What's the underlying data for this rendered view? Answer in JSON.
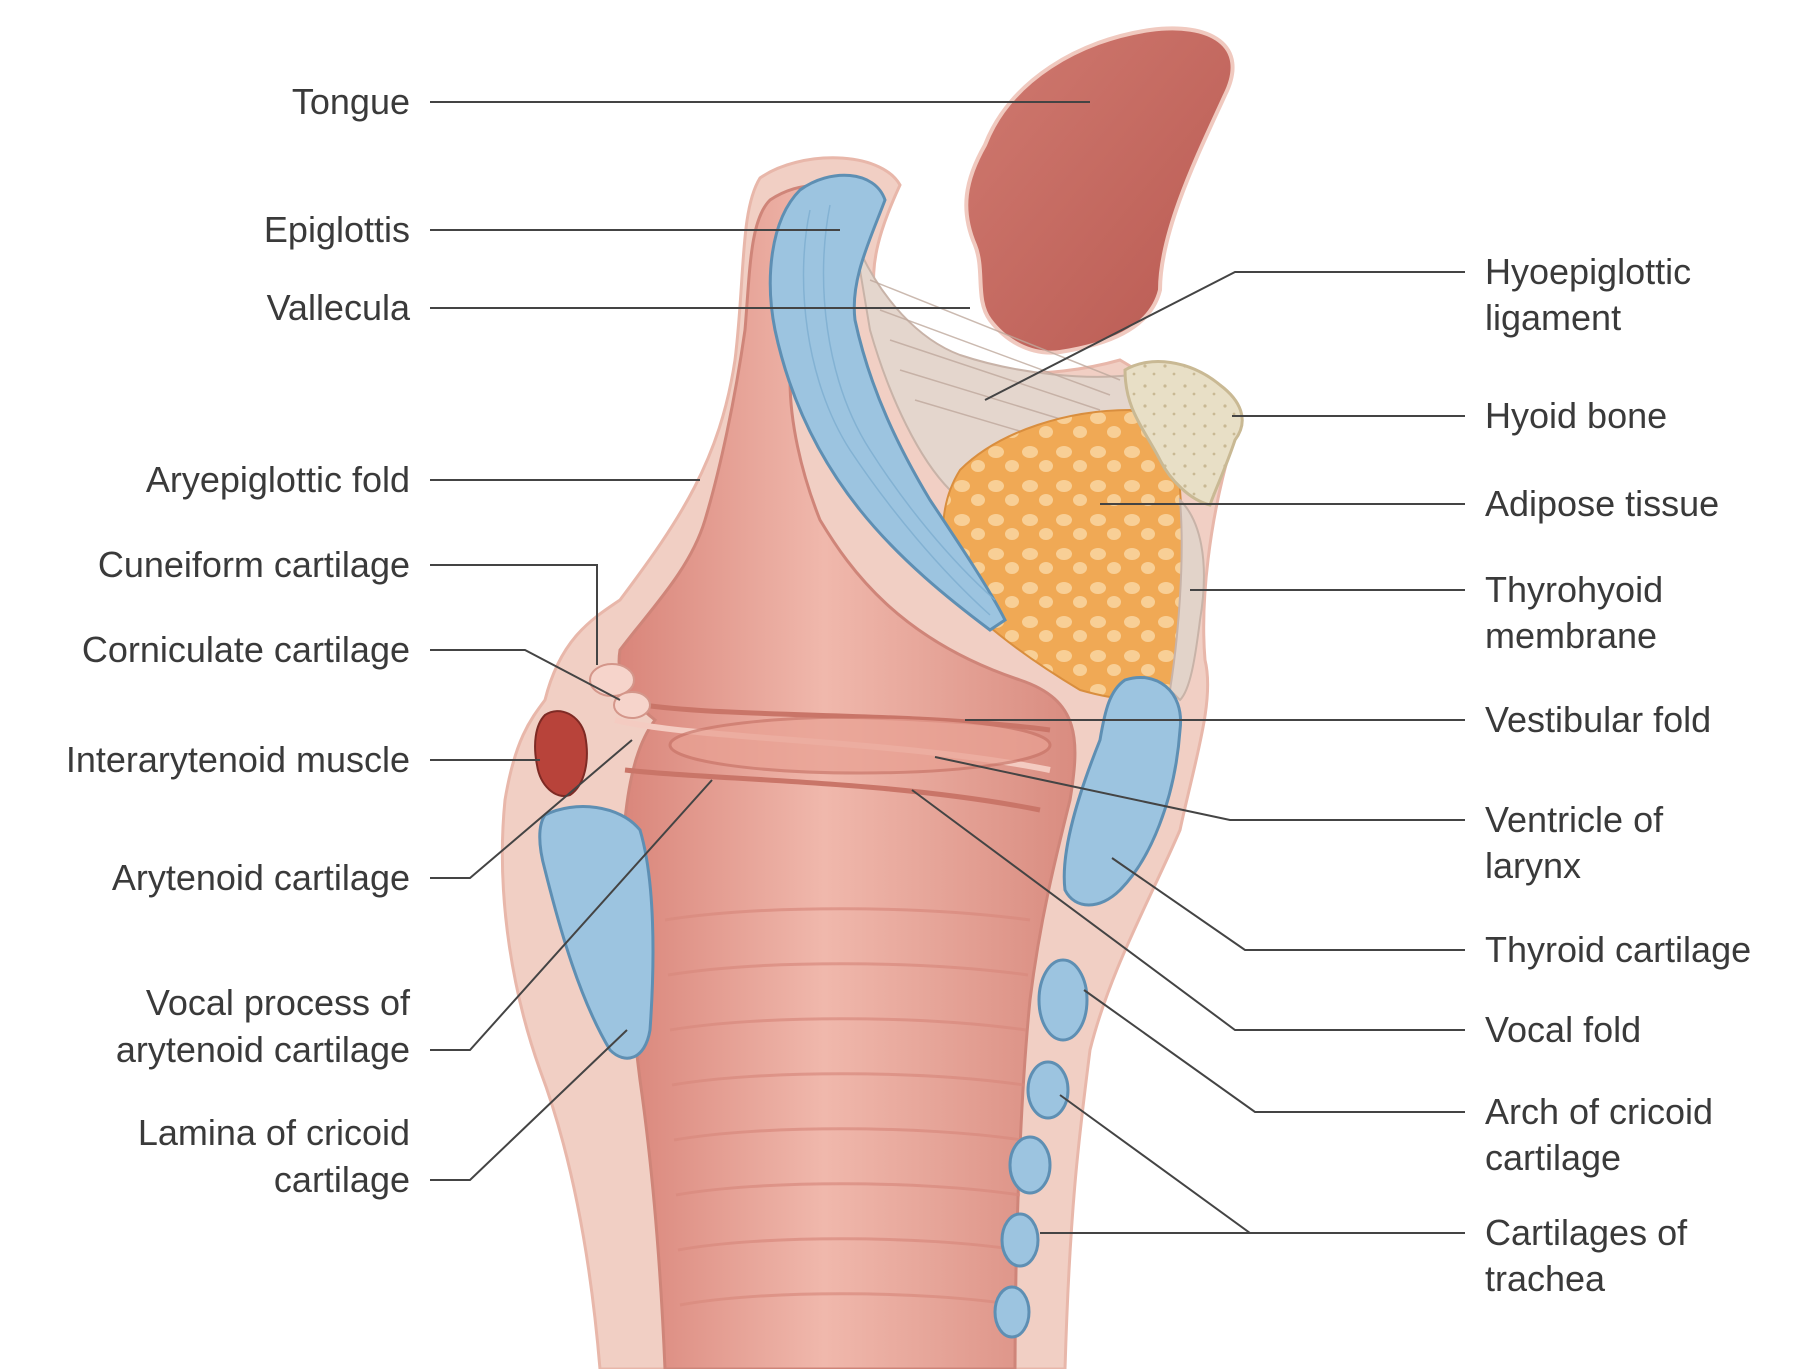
{
  "labels": {
    "tongue": "Tongue",
    "epiglottis": "Epiglottis",
    "vallecula": "Vallecula",
    "aryepiglottic_fold": "Aryepiglottic fold",
    "cuneiform_cartilage": "Cuneiform cartilage",
    "corniculate_cartilage": "Corniculate cartilage",
    "interarytenoid_muscle": "Interarytenoid muscle",
    "arytenoid_cartilage": "Arytenoid cartilage",
    "vocal_process_line1": "Vocal process of",
    "vocal_process_line2": "arytenoid cartilage",
    "lamina_line1": "Lamina of cricoid",
    "lamina_line2": "cartilage",
    "hyoepiglottic_line1": "Hyoepiglottic",
    "hyoepiglottic_line2": "ligament",
    "hyoid_bone": "Hyoid bone",
    "adipose_tissue": "Adipose tissue",
    "thyrohyoid_line1": "Thyrohyoid",
    "thyrohyoid_line2": "membrane",
    "vestibular_fold": "Vestibular fold",
    "ventricle_line1": "Ventricle of",
    "ventricle_line2": "larynx",
    "thyroid_cartilage": "Thyroid cartilage",
    "vocal_fold": "Vocal fold",
    "arch_line1": "Arch of cricoid",
    "arch_line2": "cartilage",
    "trachea_line1": "Cartilages of",
    "trachea_line2": "trachea"
  },
  "colors": {
    "mucosa": "#e8a59a",
    "mucosa_dark": "#c97568",
    "cartilage": "#9cc4e0",
    "cartilage_edge": "#5e8fb3",
    "adipose": "#f2b46a",
    "bone": "#e6dcc2",
    "muscle": "#b8433a",
    "tongue": "#c9685f",
    "outline": "#f3d6cc"
  }
}
